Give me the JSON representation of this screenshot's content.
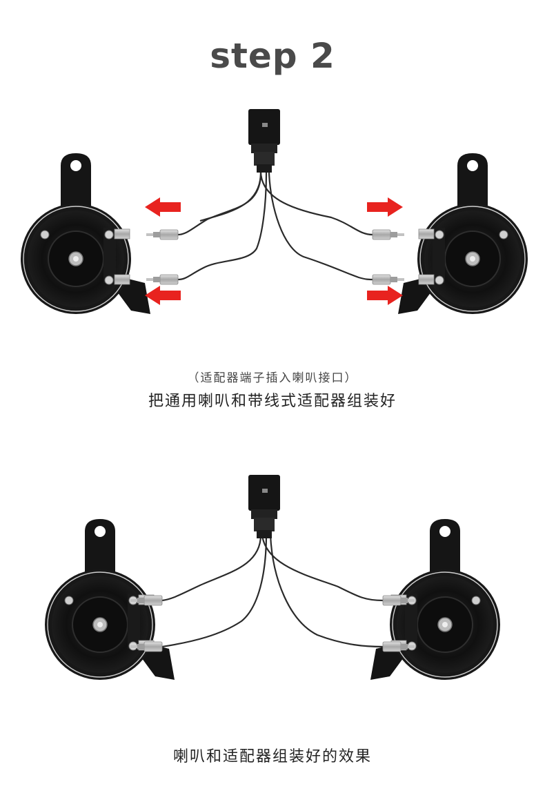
{
  "title": "step 2",
  "step1": {
    "subcaption": "（适配器端子插入喇叭接口）",
    "caption": "把通用喇叭和带线式适配器组装好"
  },
  "step2": {
    "caption": "喇叭和适配器组装好的效果"
  },
  "colors": {
    "title": "#4a4a4a",
    "arrow": "#e8231f",
    "horn": "#141414",
    "wire": "#2a2a2a",
    "terminal": "#b9b9b9"
  }
}
